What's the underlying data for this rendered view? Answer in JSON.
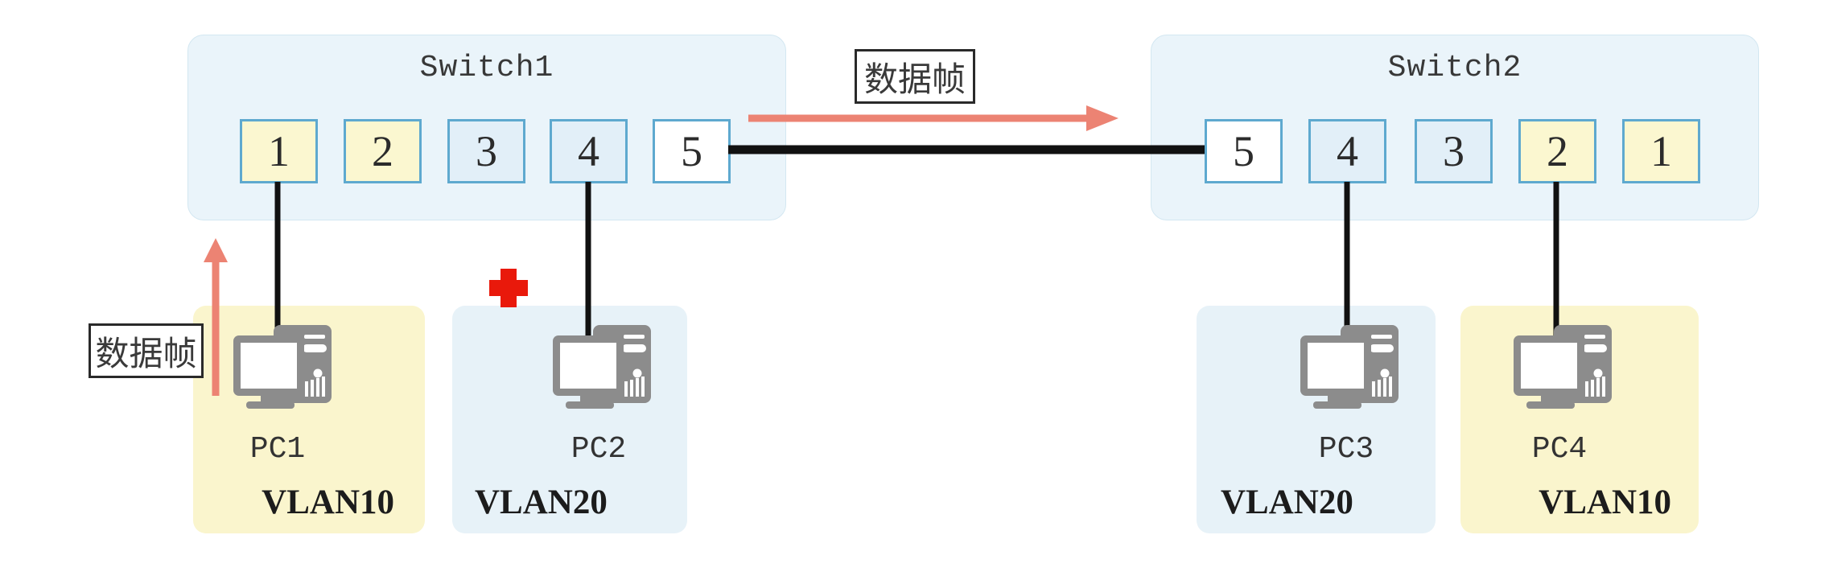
{
  "switches": [
    {
      "title": "Switch1",
      "ports": [
        {
          "label": "1",
          "vlan": "VLAN10",
          "color": "#fbf7d0"
        },
        {
          "label": "2",
          "vlan": "VLAN10",
          "color": "#fbf7d0"
        },
        {
          "label": "3",
          "vlan": "VLAN20",
          "color": "#e2eff8"
        },
        {
          "label": "4",
          "vlan": "VLAN20",
          "color": "#e2eff8"
        },
        {
          "label": "5",
          "vlan": "trunk",
          "color": "#ffffff"
        }
      ]
    },
    {
      "title": "Switch2",
      "ports": [
        {
          "label": "5",
          "vlan": "trunk",
          "color": "#ffffff"
        },
        {
          "label": "4",
          "vlan": "VLAN20",
          "color": "#e2eff8"
        },
        {
          "label": "3",
          "vlan": "VLAN20",
          "color": "#e2eff8"
        },
        {
          "label": "2",
          "vlan": "VLAN10",
          "color": "#fbf7d0"
        },
        {
          "label": "1",
          "vlan": "VLAN10",
          "color": "#fbf7d0"
        }
      ]
    }
  ],
  "pcs": [
    {
      "name": "PC1",
      "vlan": "VLAN10"
    },
    {
      "name": "PC2",
      "vlan": "VLAN20"
    },
    {
      "name": "PC3",
      "vlan": "VLAN20"
    },
    {
      "name": "PC4",
      "vlan": "VLAN10"
    }
  ],
  "labels": {
    "frame_top": "数据帧",
    "frame_left": "数据帧"
  },
  "icons": {
    "blocked": "red-plus-icon",
    "computer": "desktop-computer-icon",
    "arrow_right": "data-frame-arrow-right",
    "arrow_up": "data-frame-arrow-up"
  },
  "colors": {
    "vlan10_fill": "#faf5cd",
    "vlan20_fill": "#e7f2f8",
    "trunk_fill": "#ffffff",
    "switch_fill": "#eaf4fa",
    "port_border": "#5ea9cf",
    "arrow_salmon": "#ec8373",
    "blocked_red": "#e9190b",
    "cable_black": "#111111",
    "pc_icon_gray": "#8c8c8c"
  }
}
